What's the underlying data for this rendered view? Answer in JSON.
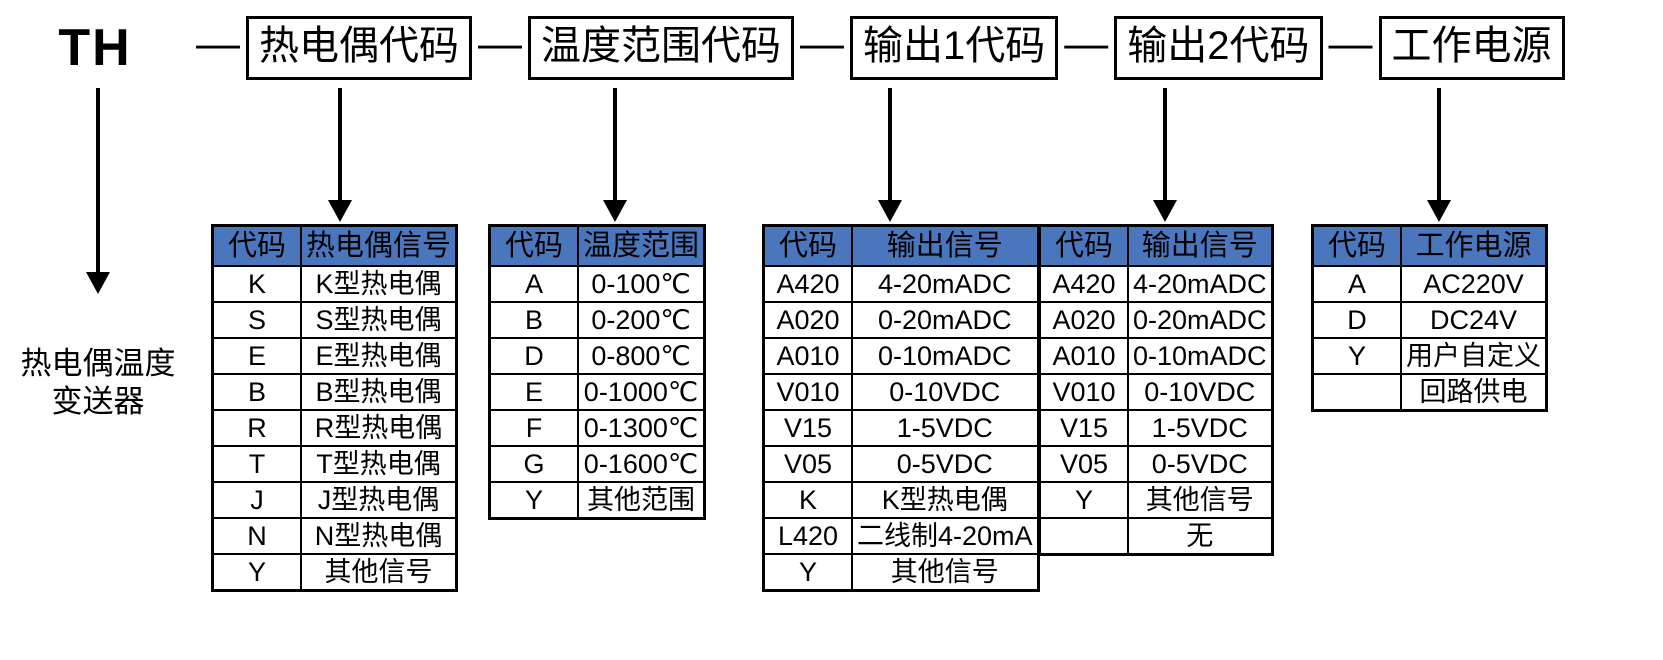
{
  "model_string": {
    "prefix": "TH",
    "separator": "—",
    "segments": [
      {
        "label": "热电偶代码"
      },
      {
        "label": "温度范围代码"
      },
      {
        "label": "输出1代码"
      },
      {
        "label": "输出2代码"
      },
      {
        "label": "工作电源"
      }
    ]
  },
  "caption": {
    "line1": "热电偶温度",
    "line2": "变送器"
  },
  "colors": {
    "header_blue": "#4A76BE",
    "border": "#000000",
    "background": "#FFFFFF"
  },
  "tables": [
    {
      "id": "thermocouple-code-table",
      "headers": [
        "代码",
        "热电偶信号"
      ],
      "rows": [
        [
          "K",
          "K型热电偶"
        ],
        [
          "S",
          "S型热电偶"
        ],
        [
          "E",
          "E型热电偶"
        ],
        [
          "B",
          "B型热电偶"
        ],
        [
          "R",
          "R型热电偶"
        ],
        [
          "T",
          "T型热电偶"
        ],
        [
          "J",
          "J型热电偶"
        ],
        [
          "N",
          "N型热电偶"
        ],
        [
          "Y",
          "其他信号"
        ]
      ]
    },
    {
      "id": "temperature-range-table",
      "headers": [
        "代码",
        "温度范围"
      ],
      "rows": [
        [
          "A",
          "0-100℃"
        ],
        [
          "B",
          "0-200℃"
        ],
        [
          "D",
          "0-800℃"
        ],
        [
          "E",
          "0-1000℃"
        ],
        [
          "F",
          "0-1300℃"
        ],
        [
          "G",
          "0-1600℃"
        ],
        [
          "Y",
          "其他范围"
        ]
      ]
    },
    {
      "id": "output1-table",
      "headers": [
        "代码",
        "输出信号"
      ],
      "rows": [
        [
          "A420",
          "4-20mADC"
        ],
        [
          "A020",
          "0-20mADC"
        ],
        [
          "A010",
          "0-10mADC"
        ],
        [
          "V010",
          "0-10VDC"
        ],
        [
          "V15",
          "1-5VDC"
        ],
        [
          "V05",
          "0-5VDC"
        ],
        [
          "K",
          "K型热电偶"
        ],
        [
          "L420",
          "二线制4-20mA"
        ],
        [
          "Y",
          "其他信号"
        ]
      ]
    },
    {
      "id": "output2-table",
      "headers": [
        "代码",
        "输出信号"
      ],
      "rows": [
        [
          "A420",
          "4-20mADC"
        ],
        [
          "A020",
          "0-20mADC"
        ],
        [
          "A010",
          "0-10mADC"
        ],
        [
          "V010",
          "0-10VDC"
        ],
        [
          "V15",
          "1-5VDC"
        ],
        [
          "V05",
          "0-5VDC"
        ],
        [
          "Y",
          "其他信号"
        ],
        [
          "",
          "无"
        ]
      ]
    },
    {
      "id": "power-supply-table",
      "headers": [
        "代码",
        "工作电源"
      ],
      "rows": [
        [
          "A",
          "AC220V"
        ],
        [
          "D",
          "DC24V"
        ],
        [
          "Y",
          "用户自定义"
        ],
        [
          "",
          "回路供电"
        ]
      ]
    }
  ]
}
